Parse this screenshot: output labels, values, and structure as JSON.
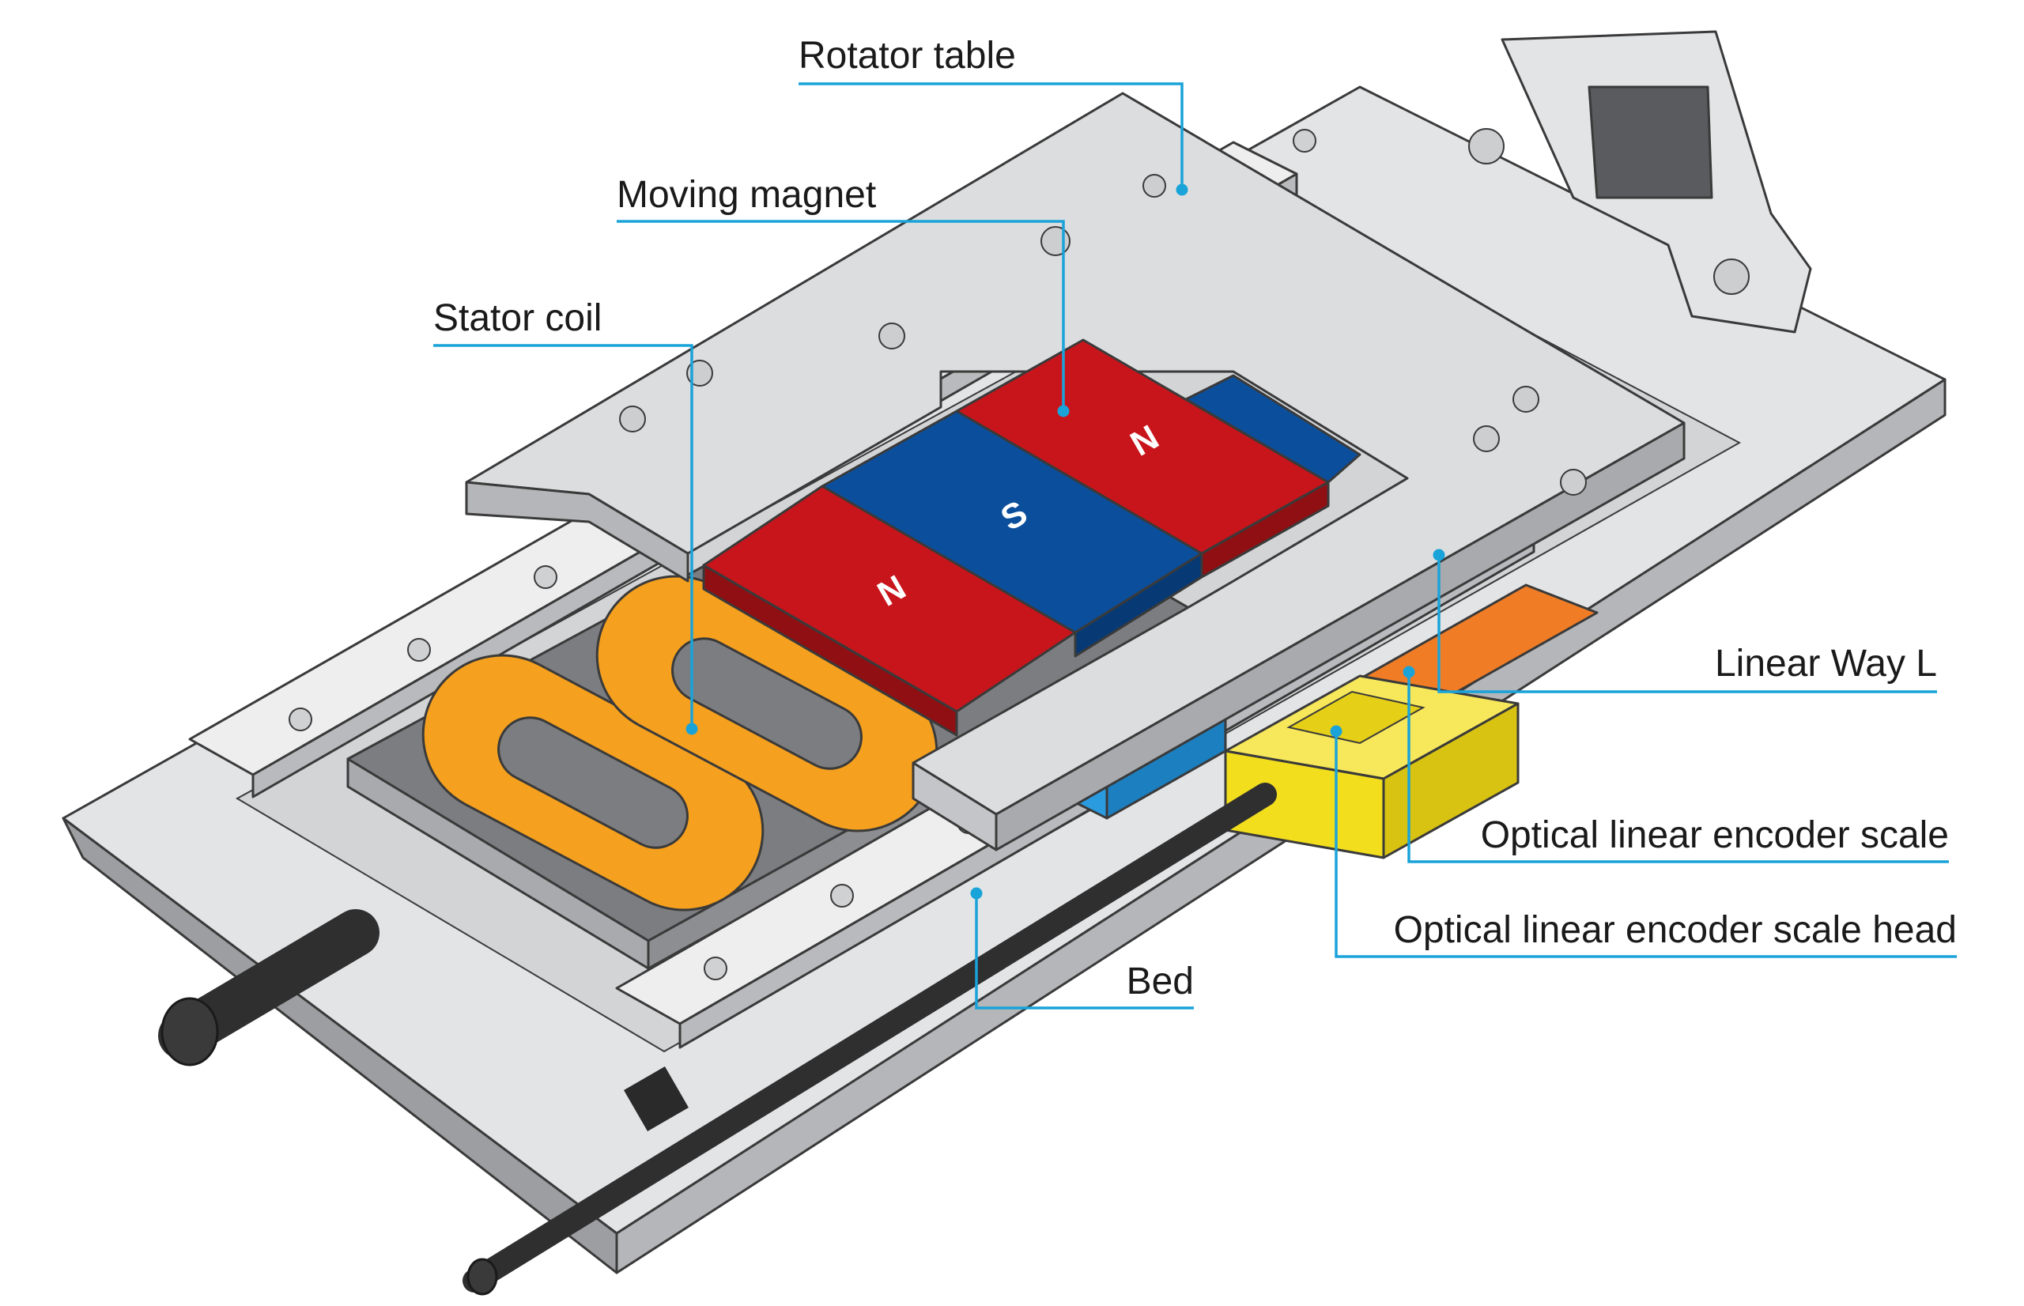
{
  "labels": {
    "rotator_table": "Rotator table",
    "moving_magnet": "Moving magnet",
    "stator_coil": "Stator coil",
    "linear_way": "Linear Way L",
    "encoder_scale": "Optical linear encoder scale",
    "encoder_head": "Optical linear encoder scale head",
    "bed": "Bed"
  },
  "magnets": {
    "n1": "N",
    "s": "S",
    "n2": "N"
  },
  "colors": {
    "leader": "#1aa3d9",
    "magnet_north": "#c8151b",
    "magnet_south": "#0b4f9c",
    "coil": "#f5a01e",
    "encoder_head": "#f2de1d",
    "encoder_scale": "#f07d26",
    "linear_way_block": "#2b9be0",
    "metal_light": "#e3e4e6",
    "metal_mid": "#c9cacd",
    "metal_dark": "#9d9ea1",
    "cable": "#2f2f2f"
  }
}
